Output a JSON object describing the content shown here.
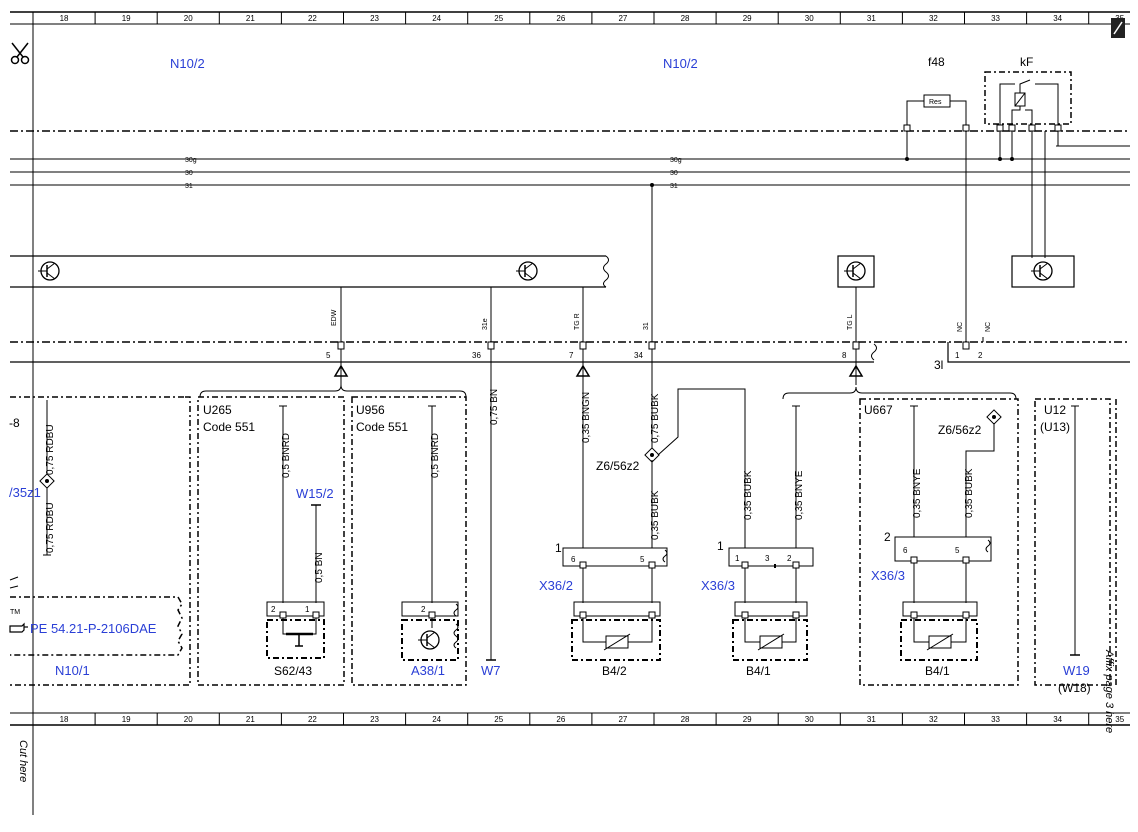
{
  "ruler": {
    "columns": [
      "18",
      "19",
      "20",
      "21",
      "22",
      "23",
      "24",
      "25",
      "26",
      "27",
      "28",
      "29",
      "30",
      "31",
      "32",
      "33",
      "34",
      "35"
    ]
  },
  "components": {
    "n10_2_left": "N10/2",
    "n10_2_right": "N10/2",
    "f48": "f48",
    "kf": "kF",
    "res": "Res",
    "u265": "U265",
    "u265_code": "Code 551",
    "u956": "U956",
    "u956_code": "Code 551",
    "u667": "U667",
    "u12": "U12",
    "u13": "(U13)",
    "w15_2": "W15/2",
    "w7": "W7",
    "w19": "W19",
    "w18": "(W18)",
    "s62_43": "S62/43",
    "a38_1": "A38/1",
    "b4_2": "B4/2",
    "b4_1_a": "B4/1",
    "b4_1_b": "B4/1",
    "x36_2": "X36/2",
    "x36_3_a": "X36/3",
    "x36_3_b": "X36/3",
    "z6_a": "Z6/56z2",
    "z6_b": "Z6/56z2",
    "n10_1": "N10/1",
    "pe_ref": "PE 54.21-P-2106DAE",
    "z35_partial": "/35z1",
    "eight_partial": "-8",
    "tm_partial": "TM"
  },
  "bus": {
    "b30g_a": "30g",
    "b30_a": "30",
    "b31_a": "31",
    "b30g_b": "30g",
    "b30_b": "30",
    "b31_b": "31"
  },
  "pins": {
    "p5": "5",
    "p36": "36",
    "p7": "7",
    "p34": "34",
    "p8": "8",
    "p3l": "3l",
    "p1": "1",
    "p2": "2",
    "edw": "EDW",
    "sig31e": "31e",
    "tgr": "TG R",
    "sig31": "31",
    "tgl": "TG L",
    "nc1": "NC",
    "nc2": "NC",
    "x36_2_pin1": "1",
    "x36_2_pin6": "6",
    "x36_2_pin5": "5",
    "x36_3a_pin1": "1",
    "x36_3a_p1": "1",
    "x36_3a_p3": "3",
    "x36_3a_p2": "2",
    "x36_3b_pin2": "2",
    "x36_3b_p6": "6",
    "x36_3b_p5": "5",
    "s62_p2": "2",
    "s62_p1": "1",
    "a38_p2": "2"
  },
  "wires": {
    "w_rdbu_top": "0,75 RDBU",
    "w_rdbu_bot": "0,75 RDBU",
    "w_bnrd_1": "0,5 BNRD",
    "w_bn_05": "0,5 BN",
    "w_bnrd_2": "0,5 BNRD",
    "w_bn_075": "0,75 BN",
    "w_bngn": "0,35 BNGN",
    "w_bubk_075": "0,75 BUBK",
    "w_bubk_035_a": "0,35 BUBK",
    "w_bubk_035_b": "0,35 BUBK",
    "w_bnye_a": "0,35 BNYE",
    "w_bnye_b": "0,35 BNYE",
    "w_bubk_035_c": "0,35 BUBK"
  },
  "margin": {
    "cut_here": "Cut here",
    "affix_page": "Affix page 3 here"
  }
}
